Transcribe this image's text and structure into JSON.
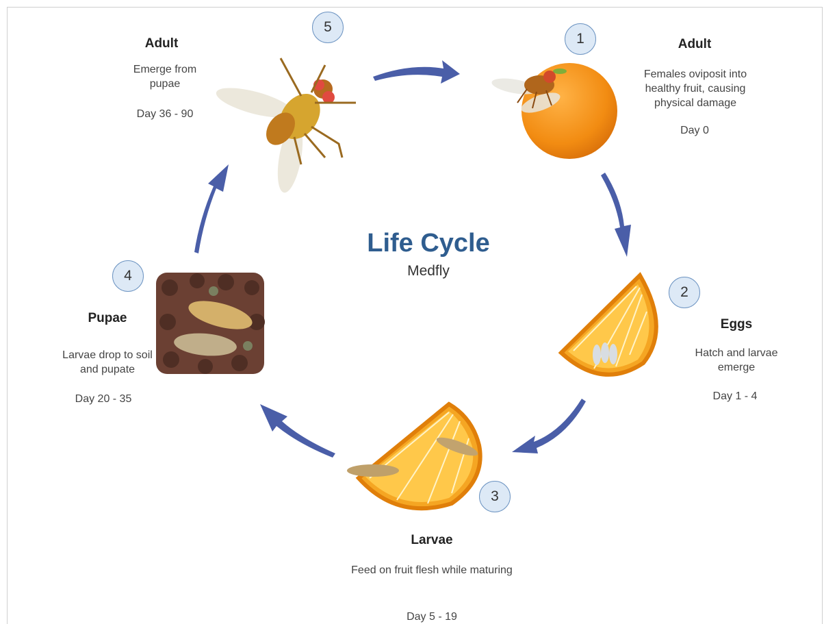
{
  "title": "Life Cycle",
  "subtitle": "Medfly",
  "stages": [
    {
      "number": "1",
      "title": "Adult",
      "description": "Females oviposit into healthy fruit, causing physical damage",
      "days": "Day 0",
      "icon": "fly-on-orange-icon"
    },
    {
      "number": "2",
      "title": "Eggs",
      "description": "Hatch and larvae emerge",
      "days": "Day 1 - 4",
      "icon": "orange-slice-with-eggs-icon"
    },
    {
      "number": "3",
      "title": "Larvae",
      "description": "Feed on fruit flesh while maturing",
      "days": "Day 5 - 19",
      "icon": "orange-slice-with-larvae-icon"
    },
    {
      "number": "4",
      "title": "Pupae",
      "description": "Larvae drop to soil and pupate",
      "days": "Day 20 - 35",
      "icon": "pupae-in-soil-icon"
    },
    {
      "number": "5",
      "title": "Adult",
      "description": "Emerge from pupae",
      "days": "Day 36 - 90",
      "icon": "medfly-icon"
    }
  ],
  "colors": {
    "accent": "#2f5d8f",
    "arrow": "#4a5ea8",
    "badge_fill": "#dde9f6",
    "badge_border": "#6d94c2",
    "orange": "#f39a1e"
  }
}
